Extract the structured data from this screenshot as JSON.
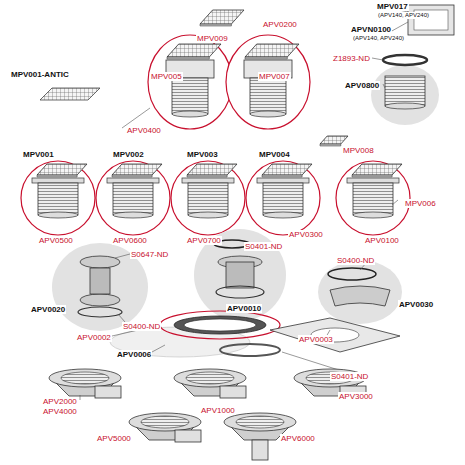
{
  "diagram": {
    "labels": [
      "MPV017",
      "(APV140, APV240)",
      "MPV009",
      "APV0200",
      "APVN0100",
      "(APV140, APV240)",
      "Z1893-ND",
      "MPV001-ANTIC",
      "MPV005",
      "MPV007",
      "APV0800",
      "APV0400",
      "MPV001",
      "MPV002",
      "MPV003",
      "MPV004",
      "MPV008",
      "MPV006",
      "APV0500",
      "APV0600",
      "APV0700",
      "S0401-ND",
      "APV0300",
      "APV0100",
      "S0647-ND",
      "S0400-ND",
      "APV0020",
      "S0400-ND",
      "APV0010",
      "APV0030",
      "APV0002",
      "APV0003",
      "APV0006",
      "S0401-ND",
      "APV2000",
      "APV4000",
      "APV1000",
      "APV3000",
      "APV5000",
      "APV6000"
    ]
  }
}
